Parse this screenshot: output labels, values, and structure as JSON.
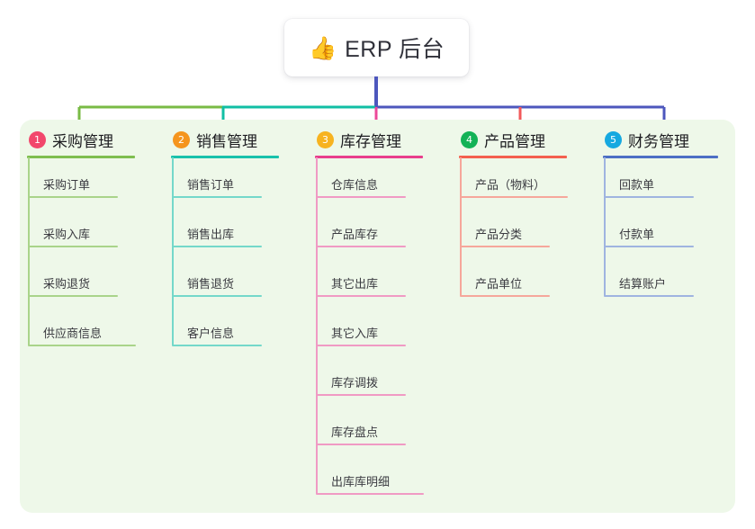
{
  "root": {
    "emoji": "👍",
    "emoji_name": "thumbs-up-icon",
    "title": "ERP 后台"
  },
  "colors": {
    "panel_background": "#eef8e9",
    "page_background": "#ffffff",
    "root_stem": "#4d57bd",
    "bar_green": "#79bb45",
    "bar_teal": "#11bfa4",
    "bar_pink": "#ec4899",
    "bar_blue": "#4d57bd",
    "bar_red": "#f2595a"
  },
  "branches": [
    {
      "number": "1",
      "title": "采购管理",
      "badge_color": "#f2476c",
      "line_color": "#7ebe4f",
      "leaf_line_color": "#a9d48a",
      "connector_color": "#79bb45",
      "items": [
        "采购订单",
        "采购入库",
        "采购退货",
        "供应商信息"
      ]
    },
    {
      "number": "2",
      "title": "销售管理",
      "badge_color": "#f5951e",
      "line_color": "#19c2ab",
      "leaf_line_color": "#74d8ca",
      "connector_color": "#11bfa4",
      "items": [
        "销售订单",
        "销售出库",
        "销售退货",
        "客户信息"
      ]
    },
    {
      "number": "3",
      "title": "库存管理",
      "badge_color": "#f7b320",
      "line_color": "#e83e8c",
      "leaf_line_color": "#f09ac4",
      "connector_color": "#ec4899",
      "items": [
        "仓库信息",
        "产品库存",
        "其它出库",
        "其它入库",
        "库存调拨",
        "库存盘点",
        "出库库明细"
      ]
    },
    {
      "number": "4",
      "title": "产品管理",
      "badge_color": "#13b256",
      "line_color": "#f4604f",
      "leaf_line_color": "#f6a79b",
      "connector_color": "#f2595a",
      "items": [
        "产品（物料）",
        "产品分类",
        "产品单位"
      ]
    },
    {
      "number": "5",
      "title": "财务管理",
      "badge_color": "#16a9e0",
      "line_color": "#4d6fc4",
      "leaf_line_color": "#9fb4e0",
      "connector_color": "#4d57bd",
      "items": [
        "回款单",
        "付款单",
        "结算账户"
      ]
    }
  ]
}
